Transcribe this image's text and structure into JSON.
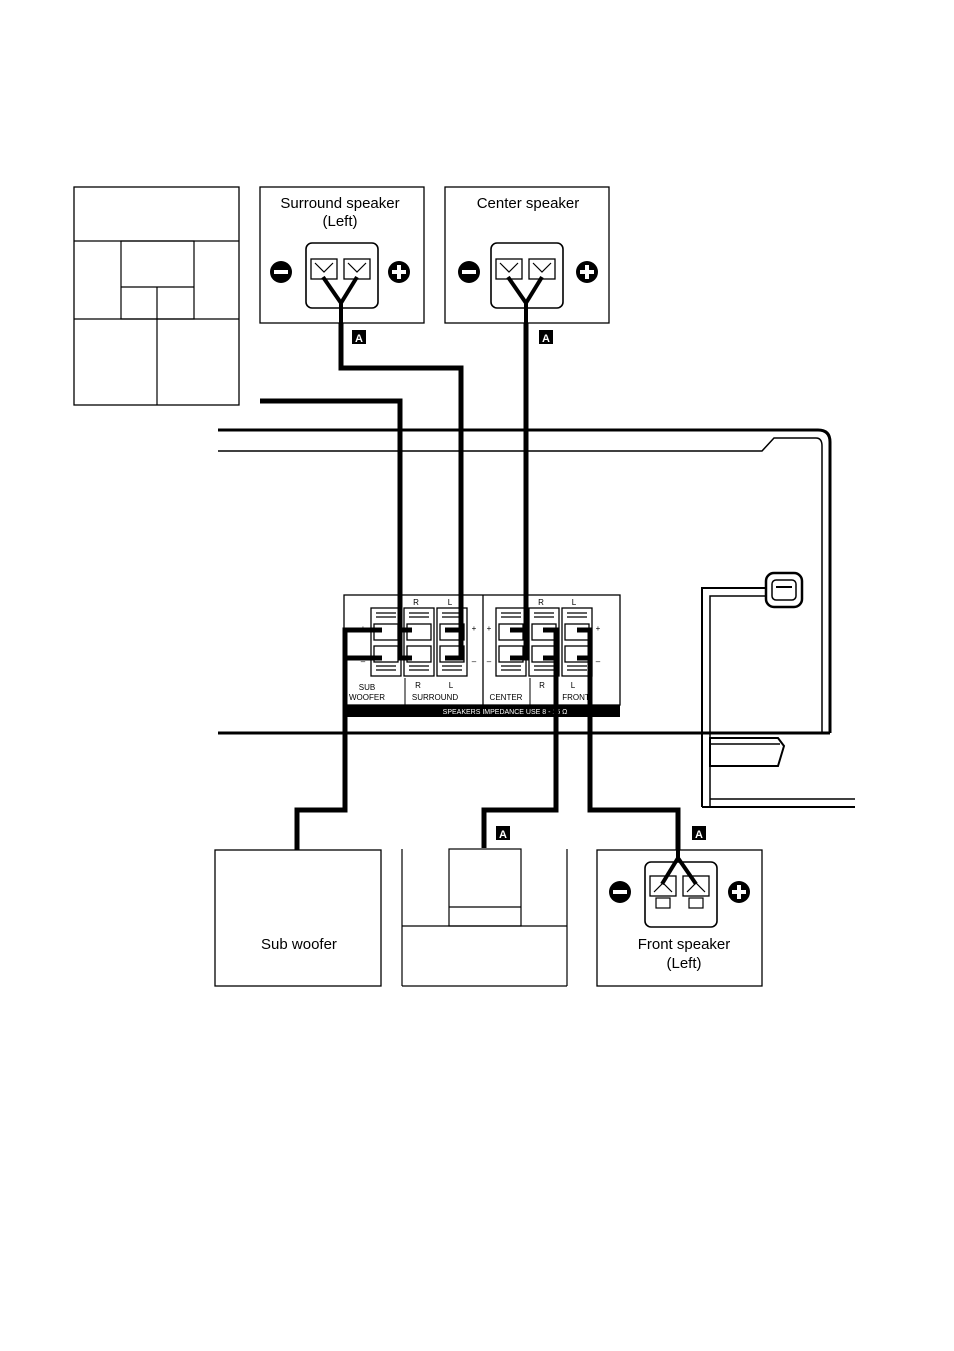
{
  "speakers": {
    "surround_left": {
      "line1": "Surround speaker",
      "line2": "(Left)"
    },
    "center": {
      "line1": "Center speaker"
    },
    "front_left": {
      "line1": "Front speaker",
      "line2": "(Left)"
    },
    "sub_woofer": {
      "line1": "Sub woofer"
    }
  },
  "cable_marker": "A",
  "terminal_panel": {
    "channels": {
      "R": "R",
      "L": "L"
    },
    "plus": "+",
    "minus": "–",
    "sub": "SUB",
    "woofer": "WOOFER",
    "surround": "SURROUND",
    "center": "CENTER",
    "front": "FRONT",
    "strip": "SPEAKERS IMPEDANCE USE 8 - 16 Ω"
  }
}
